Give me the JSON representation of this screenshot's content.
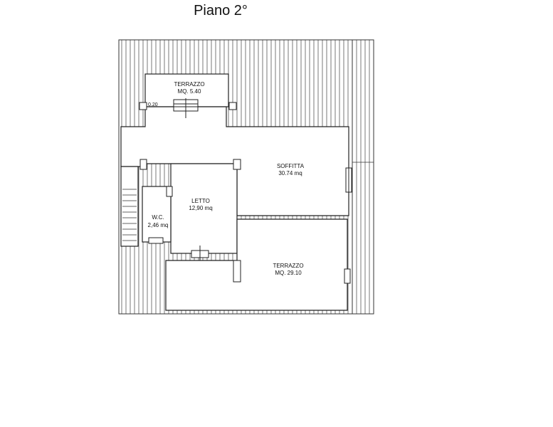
{
  "title": "Piano 2°",
  "rooms": {
    "terrazzo_top": {
      "name": "TERRAZZO",
      "area": "MQ. 5.40"
    },
    "soffitta": {
      "name": "SOFFITTA",
      "area": "30.74 mq"
    },
    "letto": {
      "name": "LETTO",
      "area": "12,90 mq"
    },
    "wc": {
      "name": "W.C.",
      "area": "2,46 mq"
    },
    "terrazzo_bottom": {
      "name": "TERRAZZO",
      "area": "MQ. 29.10"
    }
  },
  "dimension": "0.20"
}
